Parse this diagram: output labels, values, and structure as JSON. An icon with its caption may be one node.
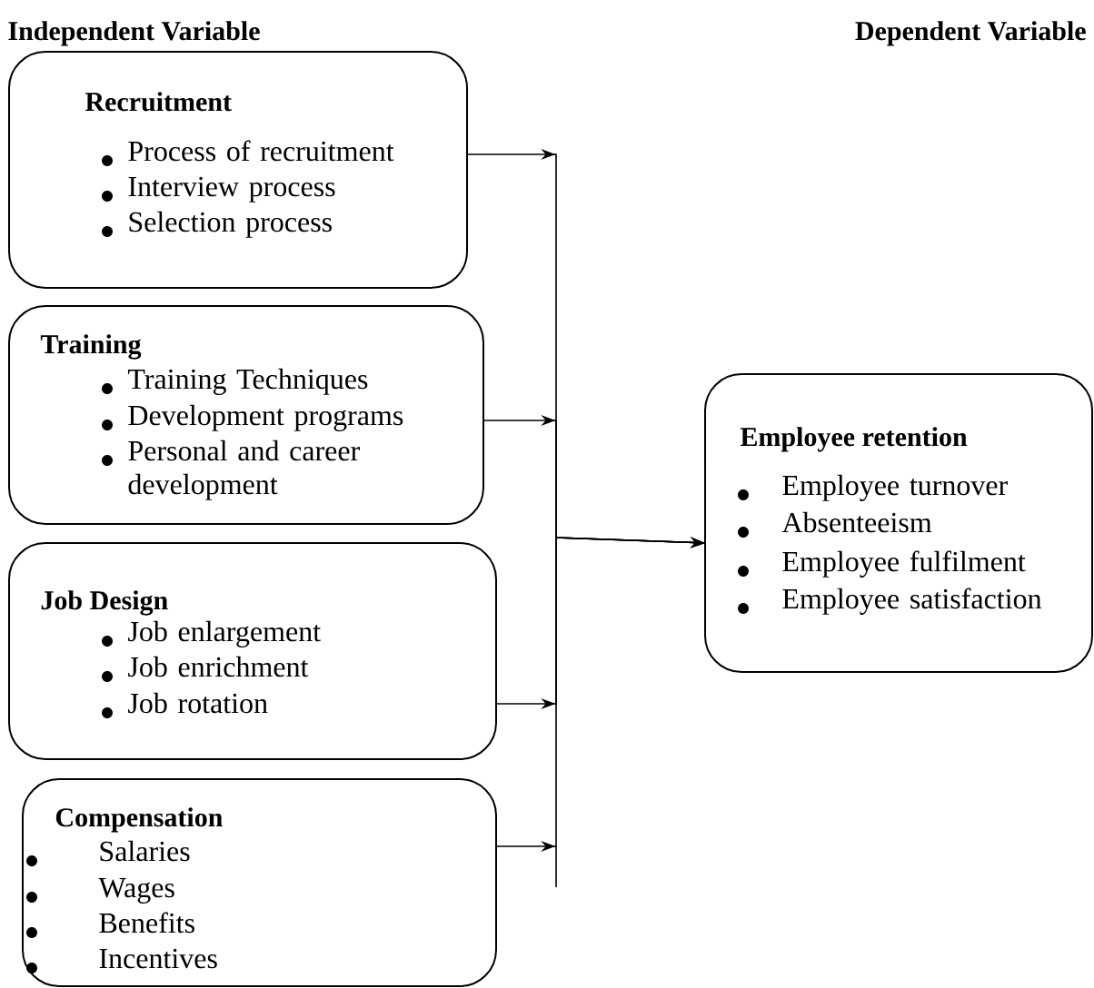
{
  "diagram": {
    "nodes": [
      {
        "text": [
          "Recruitment",
          "Process of recruitment",
          "Interview process",
          "Selection process"
        ]
      },
      {
        "text": [
          "Training",
          "Training Techniques",
          "Development programs",
          "Personal and career development"
        ]
      },
      {
        "text": [
          "Job Design",
          "Job enlargement",
          "Job enrichment",
          "Job rotation"
        ]
      },
      {
        "text": [
          "Compensation",
          "Salaries",
          "Wages",
          "Benefits",
          "Incentives"
        ]
      },
      {
        "text": [
          "Employee retention",
          "Employee turnover",
          "Absenteeism",
          "Employee fulfilment",
          "Employee satisfaction"
        ]
      }
    ],
    "edges": [
      {
        "from": 0,
        "to": 4,
        "arrow": "to"
      },
      {
        "from": 1,
        "to": 4,
        "arrow": "to"
      },
      {
        "from": 2,
        "to": 4,
        "arrow": "to"
      },
      {
        "from": 3,
        "to": 4,
        "arrow": "to"
      }
    ],
    "labels": [
      "Independent Variable",
      "Dependent Variable"
    ]
  }
}
